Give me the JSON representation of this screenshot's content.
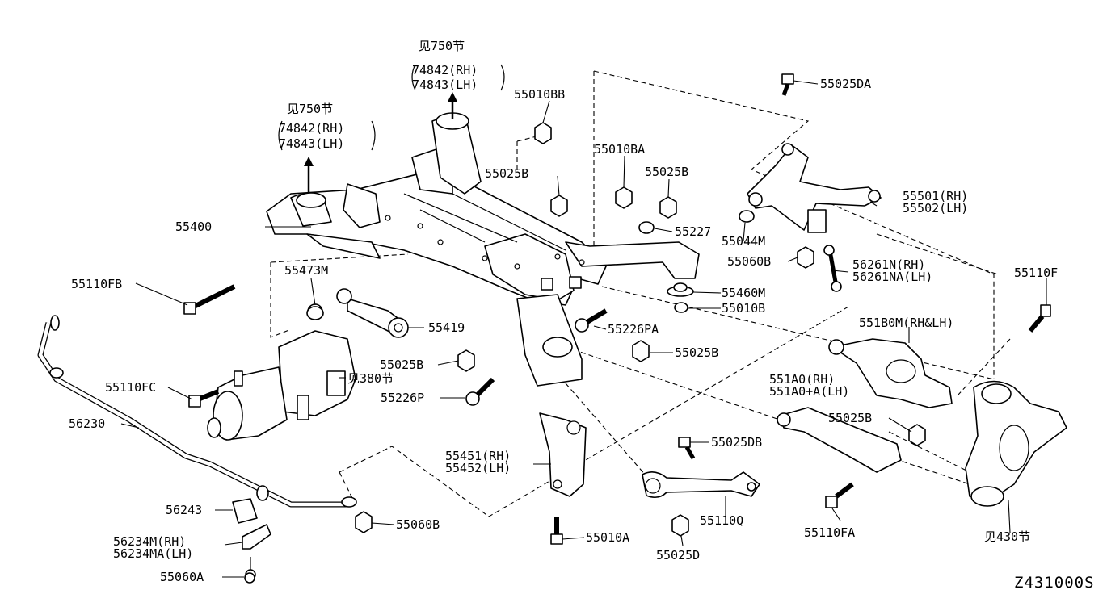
{
  "diagram_code": "Z431000S",
  "references": [
    {
      "id": "ref-top-center",
      "see": "见750节",
      "rh": "74842(RH)",
      "lh": "74843(LH)"
    },
    {
      "id": "ref-top-left",
      "see": "见750节",
      "rh": "74842(RH)",
      "lh": "74843(LH)"
    }
  ],
  "callouts": {
    "see_380": "见380节",
    "see_430": "见430节"
  },
  "parts": {
    "p55010BB": "55010BB",
    "p55010BA": "55010BA",
    "p55025BA": "55025B",
    "p55025B_top": "55025B",
    "p55227": "55227",
    "p55400": "55400",
    "p55473M": "55473M",
    "p55110FB": "55110FB",
    "p55419": "55419",
    "p55460M": "55460M",
    "p55010B": "55010B",
    "p55226PA": "55226PA",
    "p55025B_mid": "55025B",
    "p55025B_left": "55025B",
    "p55226P": "55226P",
    "p55110FC": "55110FC",
    "p56230": "56230",
    "p55451_rh": "55451(RH)",
    "p55452_lh": "55452(LH)",
    "p56243": "56243",
    "p55060B_low": "55060B",
    "p56234M_rh": "56234M(RH)",
    "p56234MA_lh": "56234MA(LH)",
    "p55060A": "55060A",
    "p55010A": "55010A",
    "p55025D": "55025D",
    "p55110Q": "55110Q",
    "p55025DB": "55025DB",
    "p55025DA": "55025DA",
    "p55501_rh": "55501(RH)",
    "p55502_lh": "55502(LH)",
    "p55044M": "55044M",
    "p55060B_up": "55060B",
    "p56261N_rh": "56261N(RH)",
    "p56261NA_lh": "56261NA(LH)",
    "p55110F": "55110F",
    "p551B0M": "551B0M(RH&LH)",
    "p551A0_rh": "551A0(RH)",
    "p551A0A_lh": "551A0+A(LH)",
    "p55025B_right": "55025B",
    "p55110FA": "55110FA"
  }
}
